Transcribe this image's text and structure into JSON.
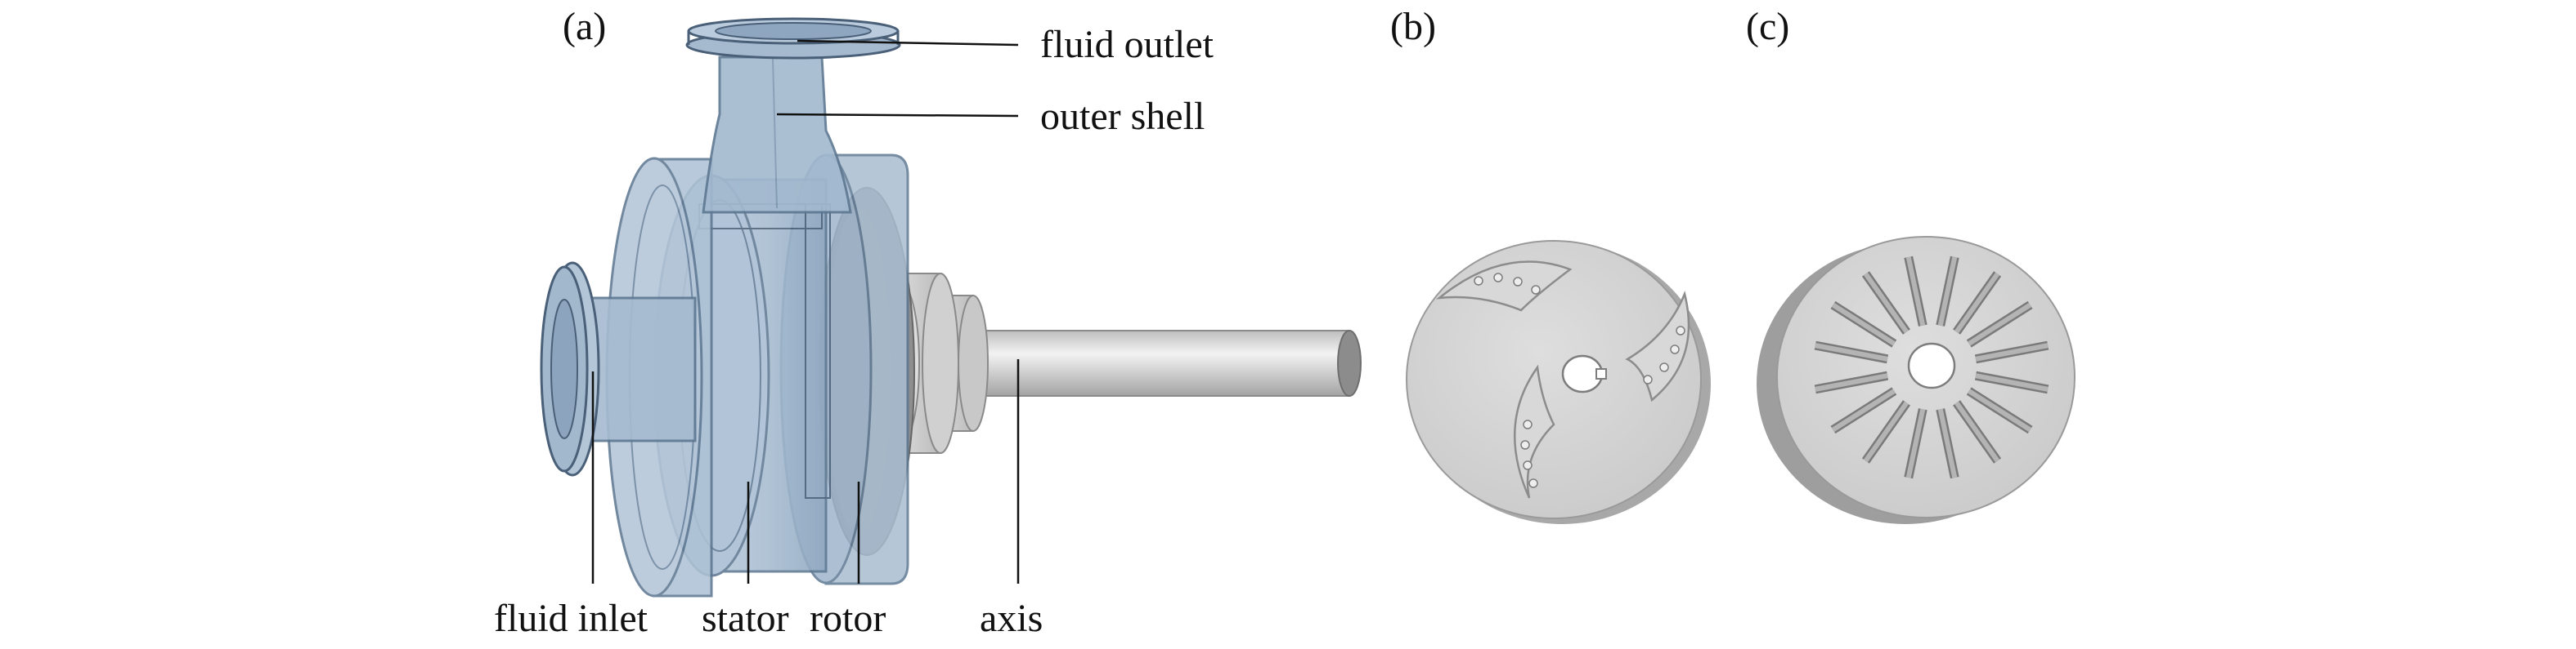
{
  "panels": {
    "a": "(a)",
    "b": "(b)",
    "c": "(c)"
  },
  "labels": {
    "fluid_outlet": "fluid outlet",
    "outer_shell": "outer shell",
    "fluid_inlet": "fluid inlet",
    "stator": "stator",
    "rotor": "rotor",
    "axis": "axis"
  },
  "colors": {
    "shell": "#9fb5cc",
    "shell_edge": "#5e7892",
    "metal": "#d4d4d4",
    "metal_dark": "#a9a9a9",
    "text": "#111111"
  }
}
